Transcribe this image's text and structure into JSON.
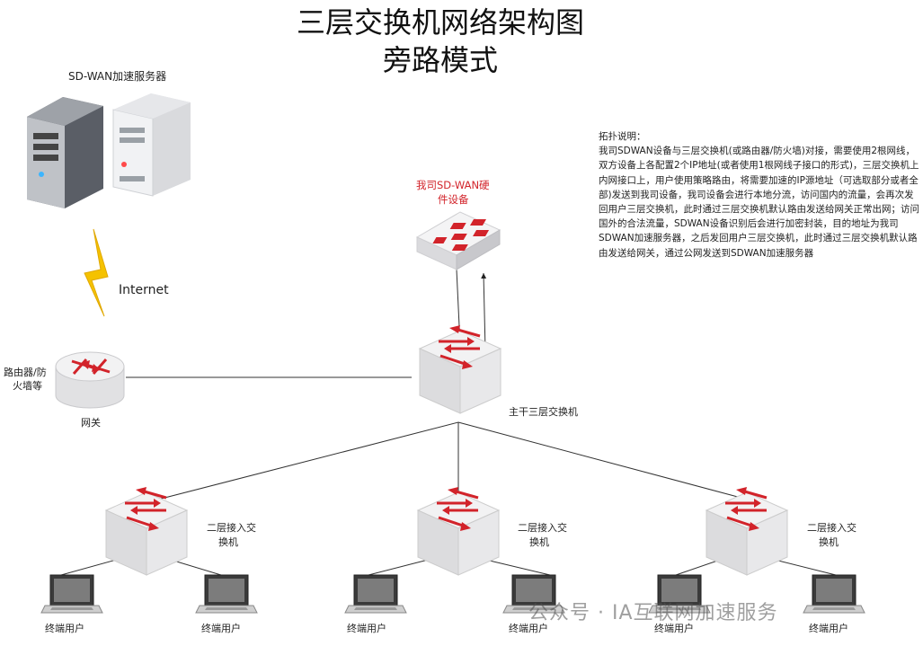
{
  "title": {
    "line1": "三层交换机网络架构图",
    "line2": "旁路模式"
  },
  "labels": {
    "server": "SD-WAN加速服务器",
    "internet": "Internet",
    "router_side_1": "路由器/防",
    "router_side_2": "火墙等",
    "gateway": "网关",
    "device_1": "我司SD-WAN硬",
    "device_2": "件设备",
    "core_switch": "主干三层交换机",
    "access_switch_1": "二层接入交",
    "access_switch_2": "换机",
    "terminal": "终端用户"
  },
  "description": {
    "heading": "拓扑说明：",
    "body": "我司SDWAN设备与三层交换机(或路由器/防火墙)对接，需要使用2根网线，双方设备上各配置2个IP地址(或者使用1根网线子接口的形式)，三层交换机上内网接口上，用户使用策略路由，将需要加速的IP源地址（可选取部分或者全部)发送到我司设备，我司设备会进行本地分流，访问国内的流量，会再次发回用户三层交换机，此时通过三层交换机默认路由发送给网关正常出网；访问国外的合法流量，SDWAN设备识别后会进行加密封装，目的地址为我司SDWAN加速服务器，之后发回用户三层交换机，此时通过三层交换机默认路由发送给网关，通过公网发送到SDWAN加速服务器"
  },
  "watermark": "公众号 · IA互联网加速服务",
  "colors": {
    "accent_red": "#d2232a",
    "switch_face": "#e9e9ea",
    "bolt": "#f5c200"
  },
  "icons": [
    "server-icon",
    "lightning-icon",
    "router-icon",
    "sdwan-device-icon",
    "switch-icon",
    "laptop-icon"
  ]
}
